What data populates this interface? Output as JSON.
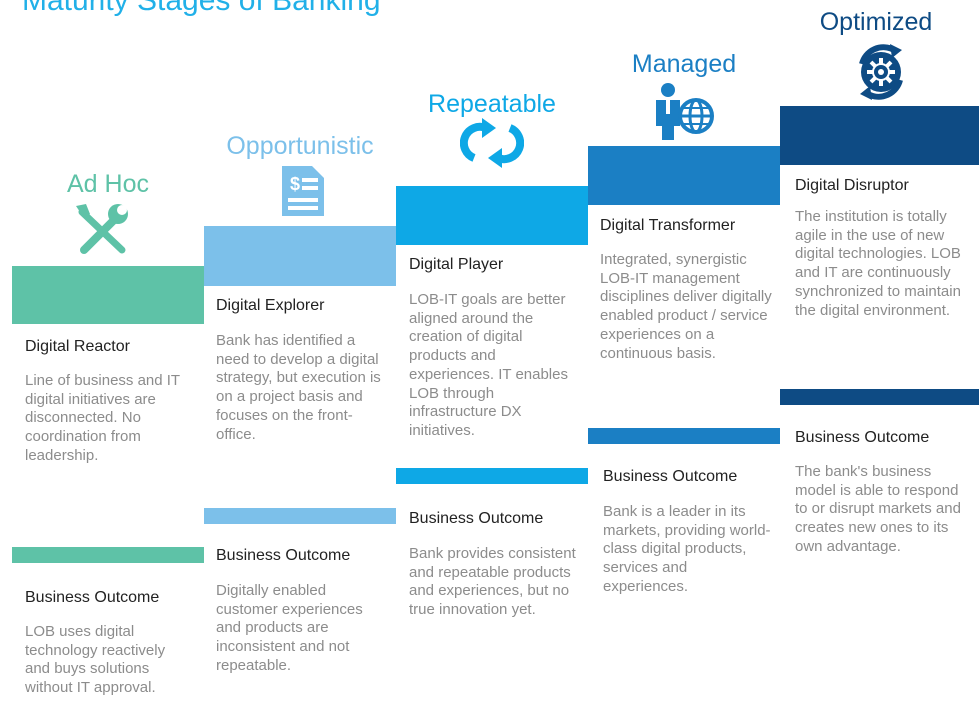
{
  "header": {
    "title": "Maturity Stages of Banking"
  },
  "colors": {
    "adhoc": "#5ec2a7",
    "opportunistic": "#7cc0ea",
    "repeatable": "#0ea8e6",
    "managed": "#1b7fc4",
    "optimized": "#0e4b84"
  },
  "stages": [
    {
      "title": "Ad Hoc",
      "icon": "tools-icon",
      "name": "Digital Reactor",
      "description": "Line of business and IT digital initiatives are disconnected. No coordination from leadership.",
      "outcome_label": "Business Outcome",
      "outcome": "LOB uses digital technology reactively and buys solutions without IT approval."
    },
    {
      "title": "Opportunistic",
      "icon": "document-dollar-icon",
      "name": "Digital Explorer",
      "description": "Bank has identified a need to develop a digital strategy, but execution is on a project basis and focuses on the front-office.",
      "outcome_label": "Business Outcome",
      "outcome": "Digitally enabled customer experiences and products are inconsistent and not repeatable."
    },
    {
      "title": "Repeatable",
      "icon": "cycle-arrows-icon",
      "name": "Digital Player",
      "description": "LOB-IT goals are better aligned around the creation of digital products and experiences. IT enables LOB through infrastructure DX initiatives.",
      "outcome_label": "Business Outcome",
      "outcome": "Bank provides consistent and repeatable products and experiences, but no true innovation yet."
    },
    {
      "title": "Managed",
      "icon": "person-globe-icon",
      "name": "Digital Transformer",
      "description": "Integrated, synergistic LOB-IT management disciplines deliver digitally enabled product / service experiences on a continuous basis.",
      "outcome_label": "Business Outcome",
      "outcome": "Bank is a leader in its markets, providing world-class digital products, services and experiences."
    },
    {
      "title": "Optimized",
      "icon": "gear-cycle-icon",
      "name": "Digital Disruptor",
      "description": "The institution is totally agile in the use of new digital technologies. LOB and IT are continuously synchronized to maintain the digital environment.",
      "outcome_label": "Business Outcome",
      "outcome": "The bank's business model is able to respond to or disrupt markets and creates new ones to its own advantage."
    }
  ]
}
